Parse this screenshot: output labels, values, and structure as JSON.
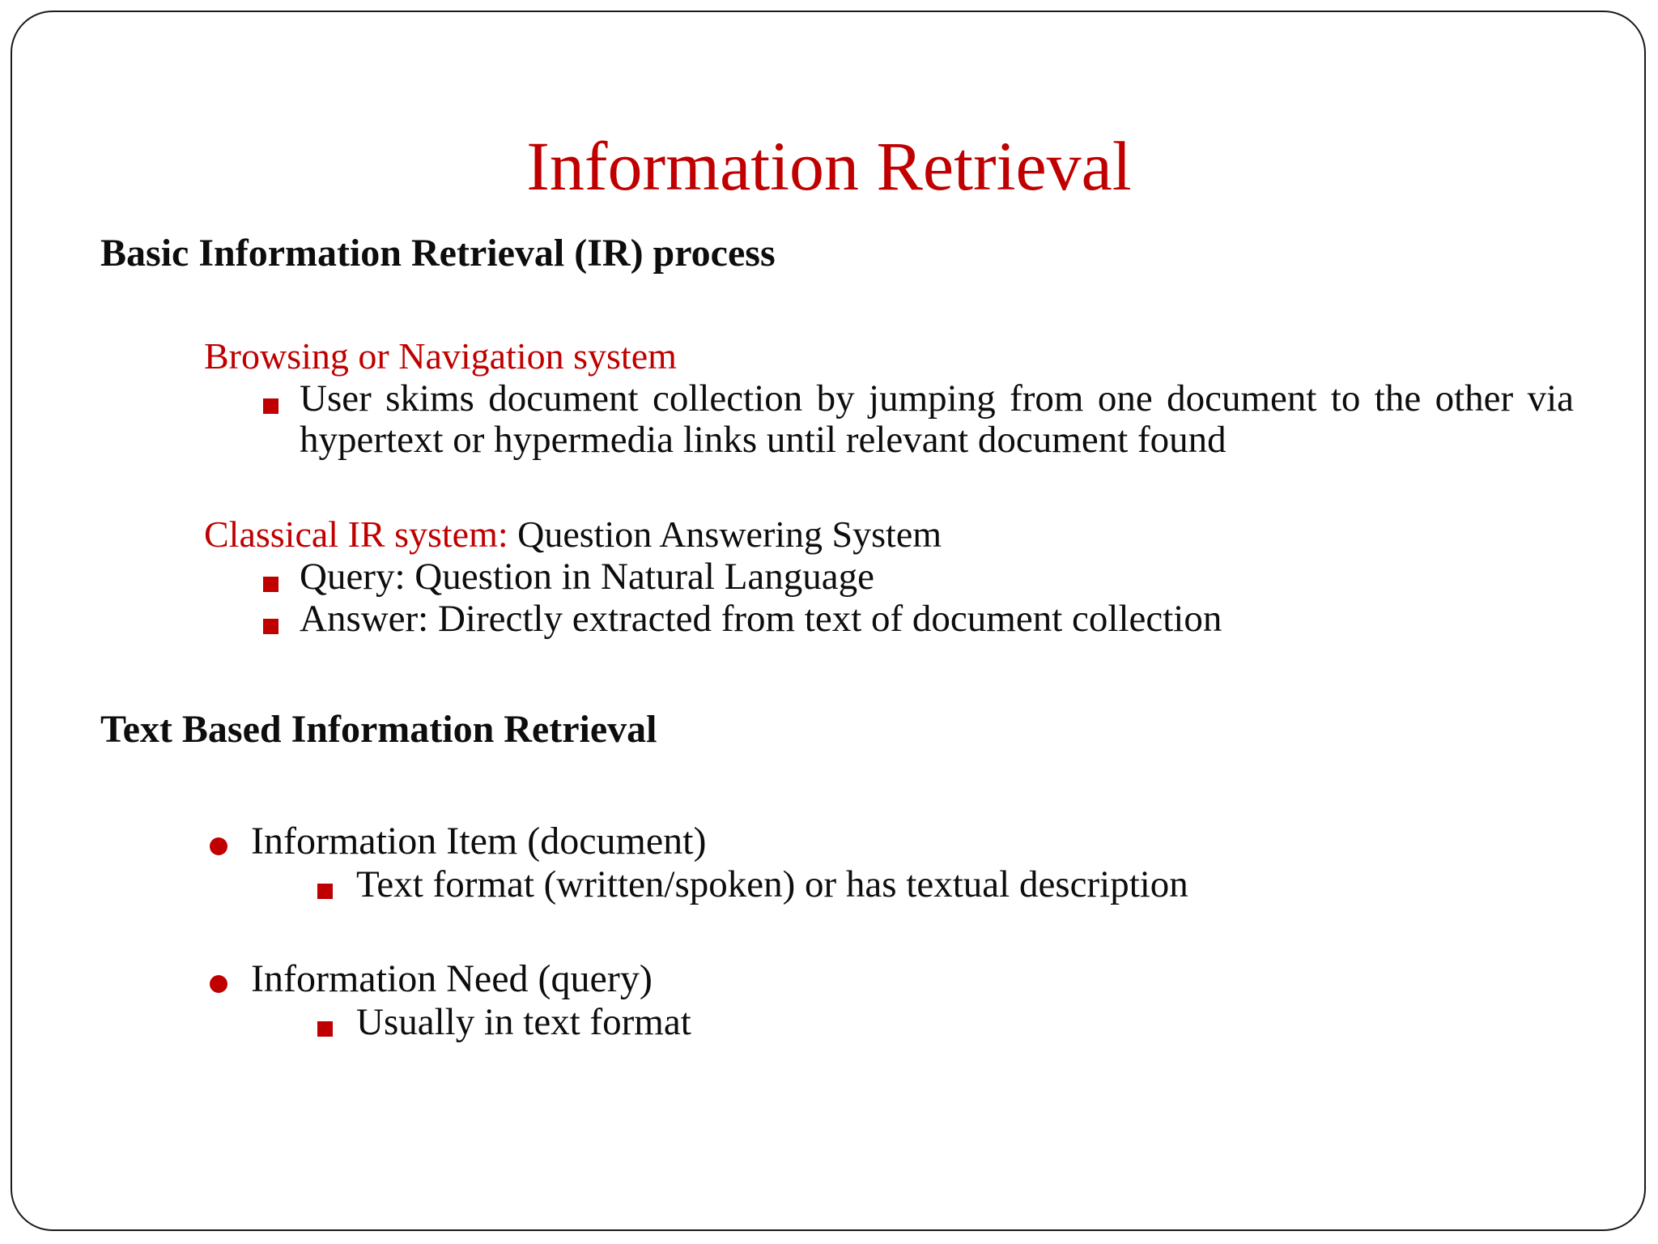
{
  "slide": {
    "title": "Information Retrieval",
    "colors": {
      "accent_red": "#C00000",
      "text_black": "#0d0d0d",
      "background": "#ffffff",
      "frame": "#1a1a1a"
    },
    "sections": [
      {
        "heading": "Basic Information Retrieval (IR) process",
        "groups": [
          {
            "subheading_red": "Browsing or Navigation system",
            "subheading_black": "",
            "bullets": [
              "User skims document collection by jumping from one document to the other via hypertext or hypermedia links until relevant document found"
            ]
          },
          {
            "subheading_red": "Classical IR system:",
            "subheading_black": " Question Answering System",
            "bullets": [
              "Query: Question in Natural Language",
              "Answer: Directly extracted from text of document collection"
            ]
          }
        ]
      },
      {
        "heading": "Text Based Information Retrieval",
        "items": [
          {
            "label": "Information Item (document)",
            "sub": "Text format (written/spoken) or has textual description"
          },
          {
            "label": "Information Need (query)",
            "sub": "Usually in text format"
          }
        ]
      }
    ]
  }
}
